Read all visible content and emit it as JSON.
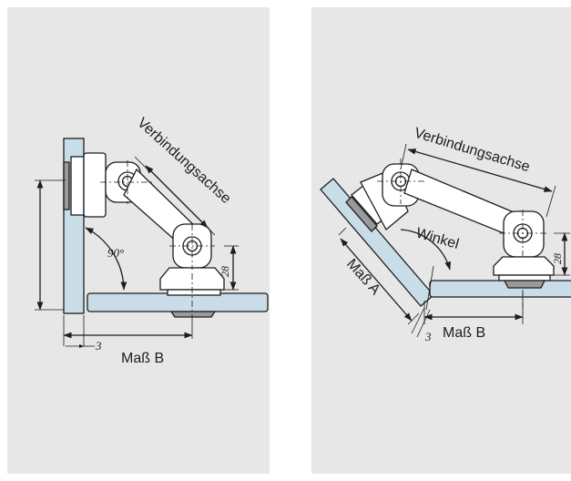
{
  "left_diagram": {
    "axis_label": "Verbindungsachse",
    "angle_label": "90°",
    "height_label": "28",
    "gap_label": "3",
    "distance_label": "Maß B"
  },
  "right_diagram": {
    "axis_label": "Verbindungsachse",
    "angle_label": "Winkel",
    "height_label": "28",
    "gap_label": "3",
    "distance_a_label": "Maß A",
    "distance_b_label": "Maß B"
  },
  "colors": {
    "panel": "#e7e7e7",
    "glass": "#c9dde9",
    "metal": "#ffffff",
    "gasket": "#9a9a9a",
    "line": "#1d1d1d"
  }
}
